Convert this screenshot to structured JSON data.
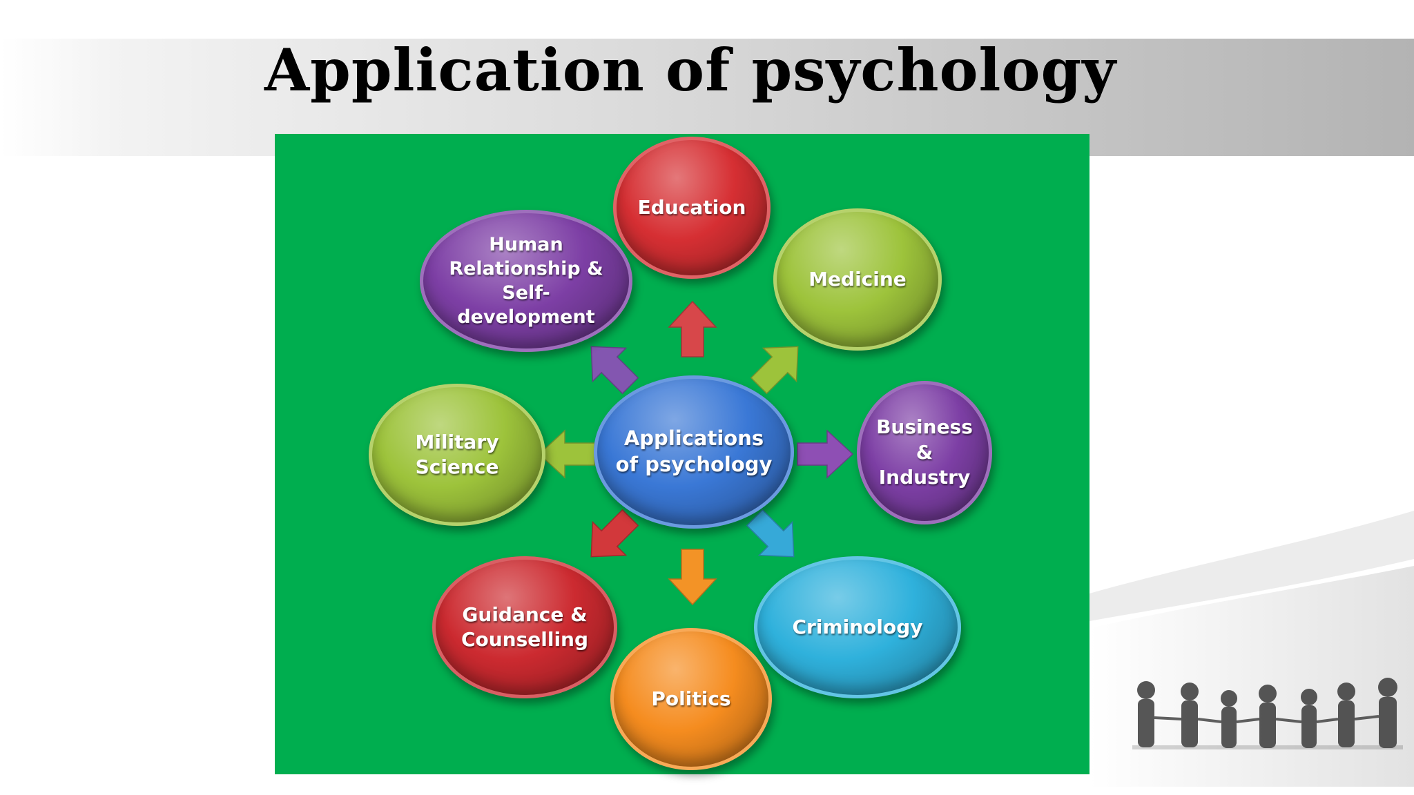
{
  "slide": {
    "title": "Application of psychology"
  },
  "diagram": {
    "center": {
      "label": "Applications\nof psychology",
      "color": "#3a78d6"
    },
    "nodes": [
      {
        "id": "education",
        "label": "Education",
        "color": "#d62f33"
      },
      {
        "id": "medicine",
        "label": "Medicine",
        "color": "#9dc33b"
      },
      {
        "id": "business",
        "label": "Business\n&\nIndustry",
        "color": "#7d3fa5"
      },
      {
        "id": "criminology",
        "label": "Criminology",
        "color": "#2fb1dc"
      },
      {
        "id": "politics",
        "label": "Politics",
        "color": "#f58c1f"
      },
      {
        "id": "guidance",
        "label": "Guidance &\nCounselling",
        "color": "#cc2a30"
      },
      {
        "id": "military",
        "label": "Military\nScience",
        "color": "#9dc33b"
      },
      {
        "id": "human",
        "label": "Human\nRelationship &\nSelf-\ndevelopment",
        "color": "#7d3fa5"
      }
    ],
    "arrow_colors": {
      "up": "#d7474a",
      "up_right": "#9dc33b",
      "right": "#8e4fb4",
      "down_right": "#36a9d8",
      "down": "#f39326",
      "down_left": "#d2383b",
      "left": "#9dc33b",
      "up_left": "#8356b0"
    }
  }
}
